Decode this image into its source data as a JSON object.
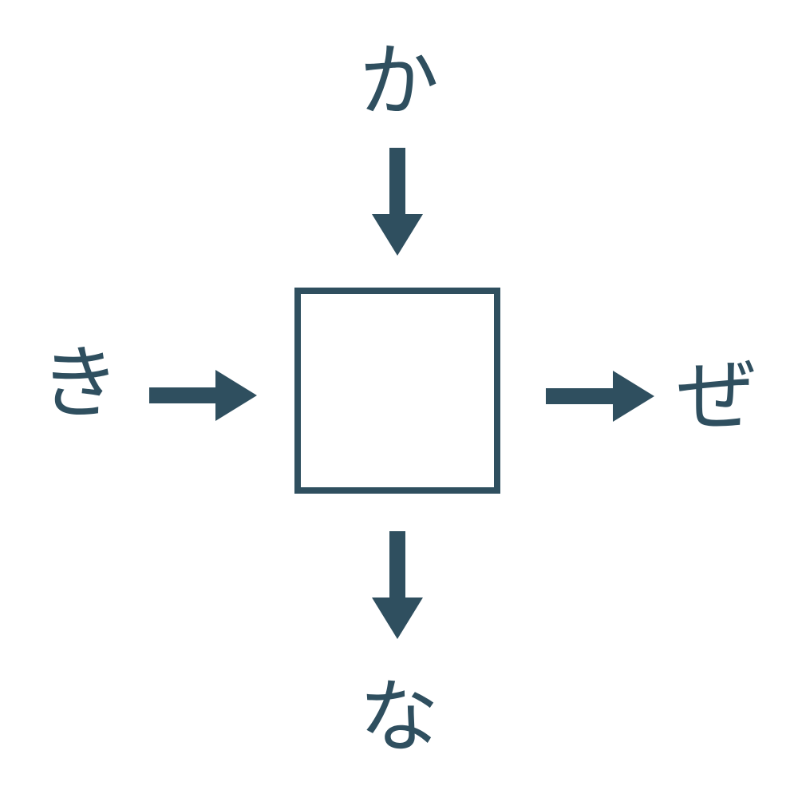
{
  "colors": {
    "ink": "#2f4f5f",
    "background": "#ffffff"
  },
  "labels": {
    "top": "か",
    "bottom": "な",
    "left": "き",
    "right": "ぜ"
  },
  "center_box": {
    "label": ""
  }
}
